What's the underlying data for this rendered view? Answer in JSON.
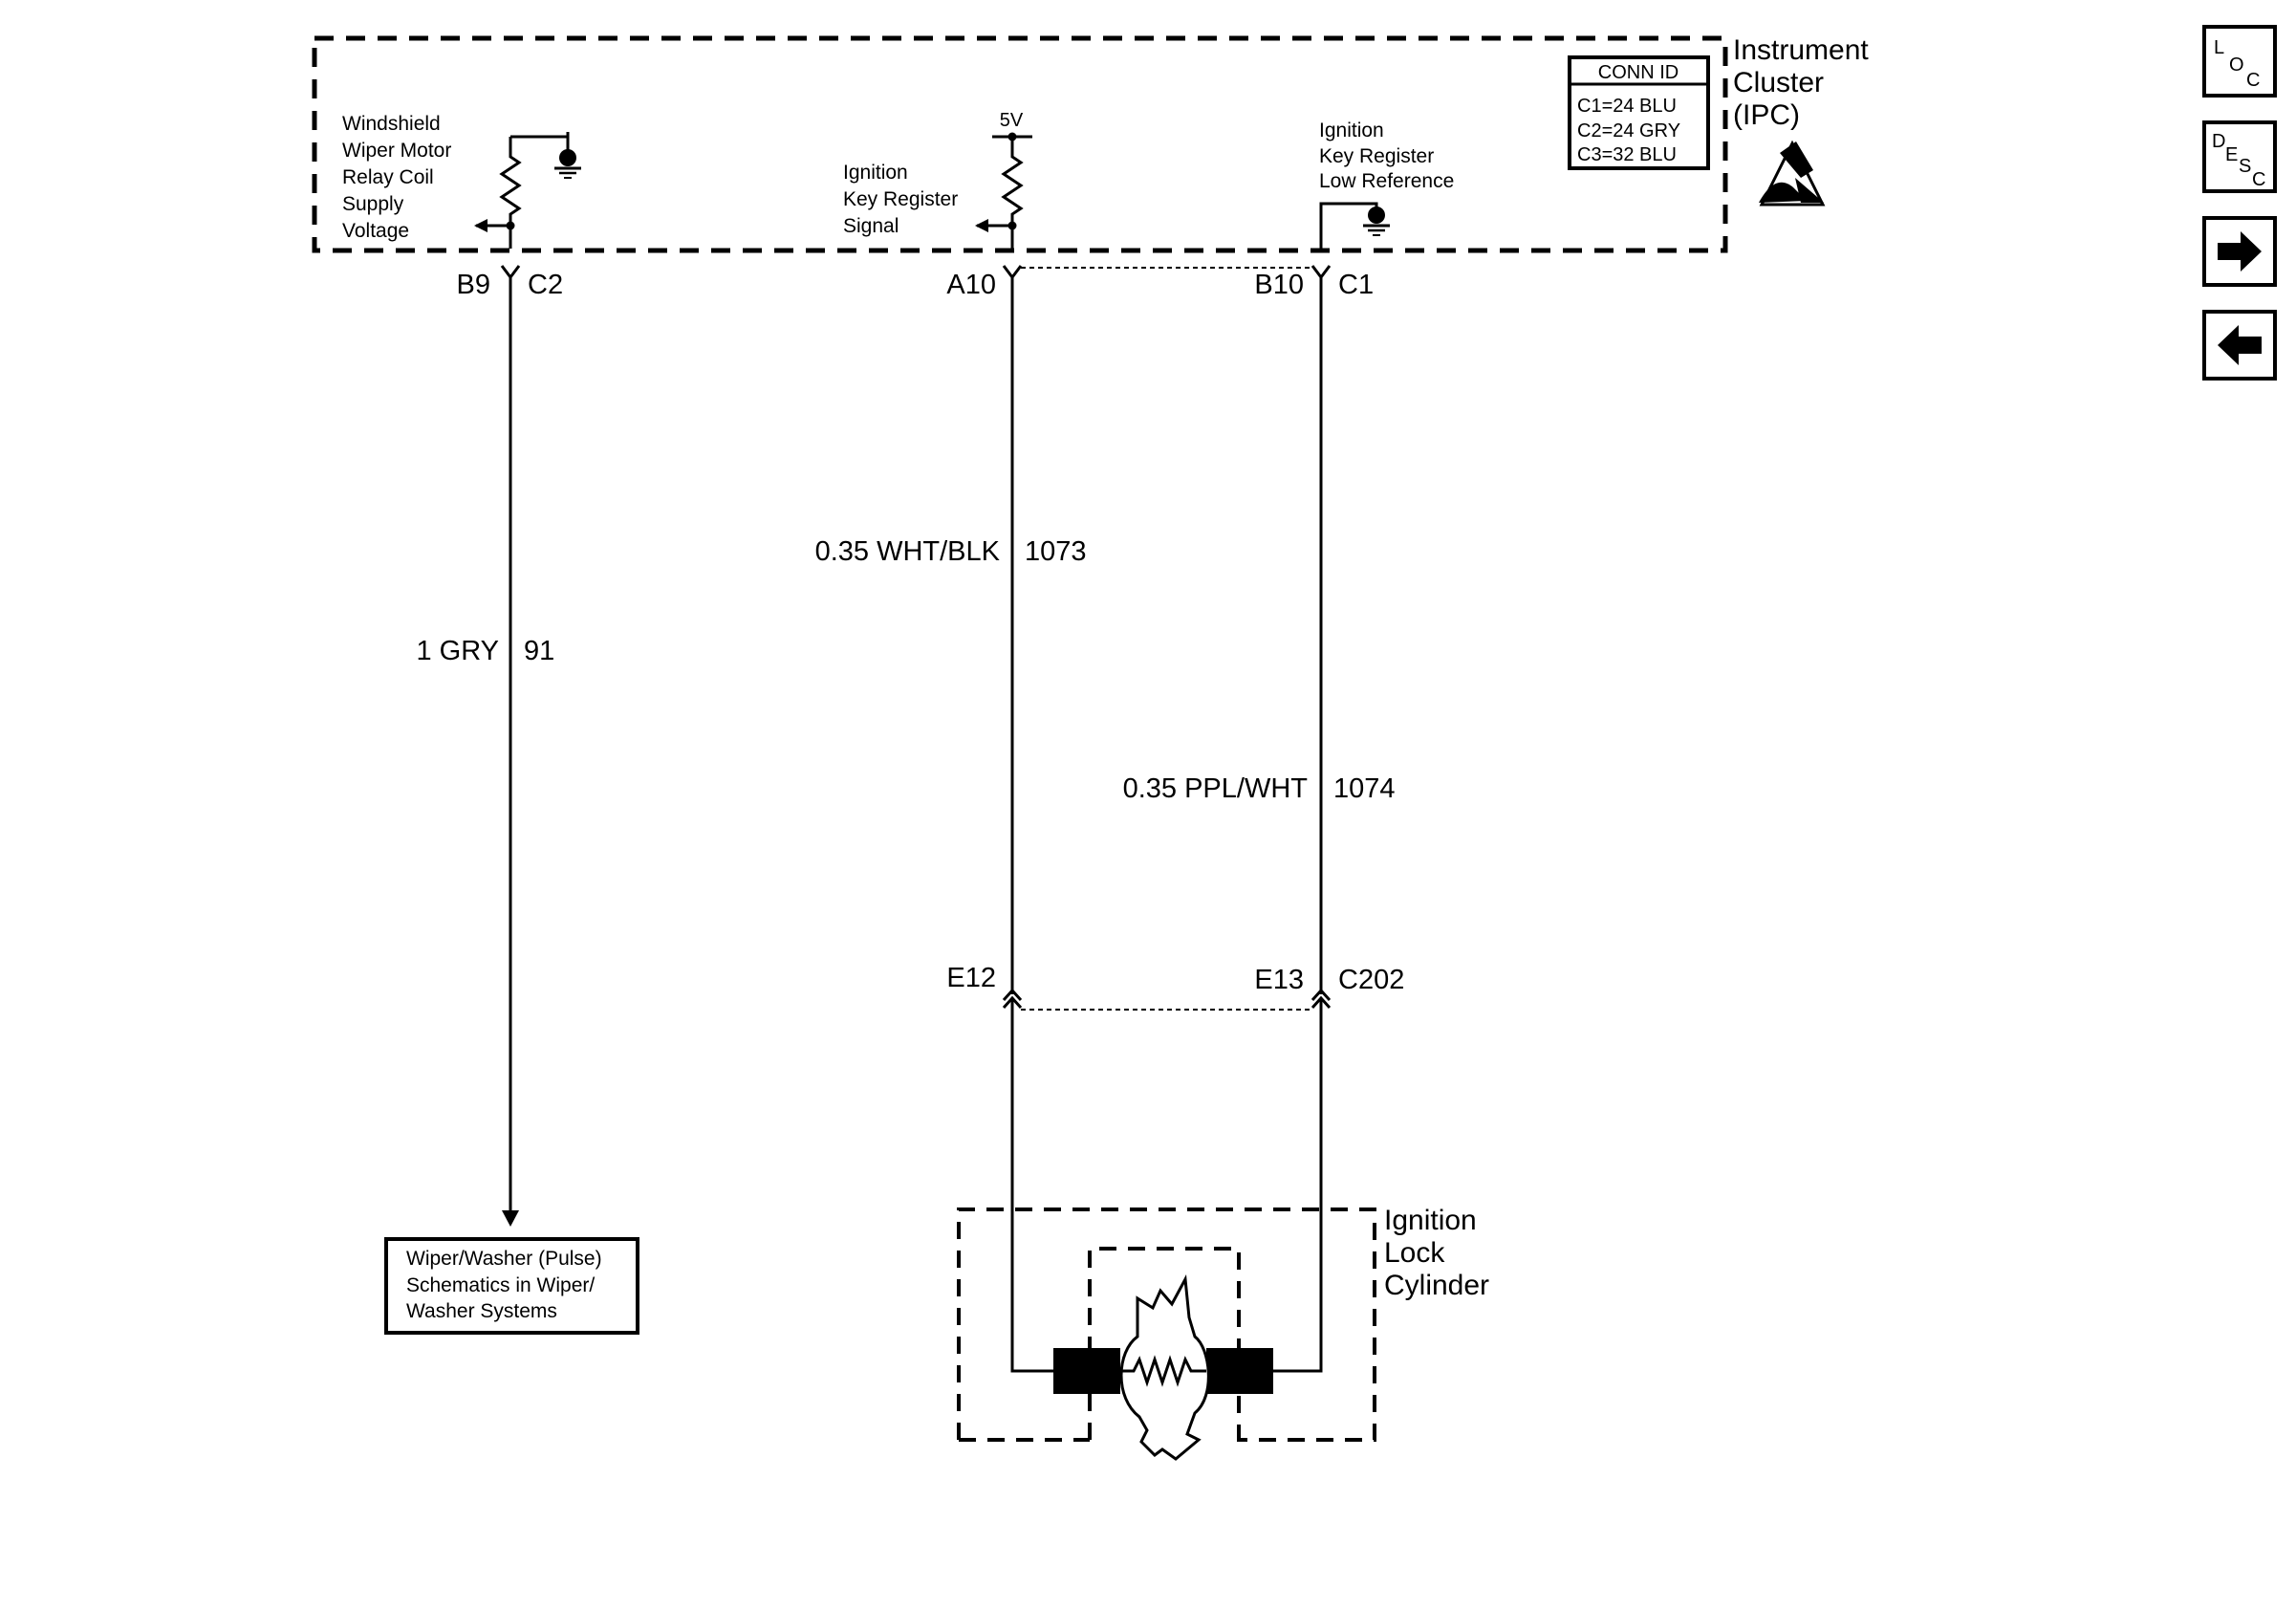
{
  "ipc": {
    "title_lines": [
      "Instrument",
      "Cluster",
      "(IPC)"
    ],
    "conn_id": {
      "header": "CONN ID",
      "rows": [
        "C1=24 BLU",
        "C2=24 GRY",
        "C3=32 BLU"
      ]
    },
    "circuits": {
      "wiper_lines": [
        "Windshield",
        "Wiper Motor",
        "Relay Coil",
        "Supply",
        "Voltage"
      ],
      "ign_signal_lines": [
        "Ignition",
        "Key Register",
        "Signal"
      ],
      "ign_lowref_lines": [
        "Ignition",
        "Key Register",
        "Low Reference"
      ],
      "supply_5v": "5V"
    }
  },
  "pins": {
    "b9": "B9",
    "c2": "C2",
    "a10": "A10",
    "b10": "B10",
    "c1": "C1",
    "e12": "E12",
    "e13": "E13",
    "c202": "C202"
  },
  "wires": {
    "w91": {
      "color": "1 GRY",
      "circuit": "91"
    },
    "w1073": {
      "color": "0.35 WHT/BLK",
      "circuit": "1073"
    },
    "w1074": {
      "color": "0.35 PPL/WHT",
      "circuit": "1074"
    }
  },
  "wiper_ref": {
    "lines": [
      "Wiper/Washer (Pulse)",
      "Schematics in Wiper/",
      "Washer Systems"
    ]
  },
  "ignition_lock": {
    "lines": [
      "Ignition",
      "Lock",
      "Cylinder"
    ]
  },
  "nav": {
    "loc": [
      "L",
      "O",
      "C"
    ],
    "desc": [
      "D",
      "E",
      "S",
      "C"
    ]
  },
  "icons": {
    "esd": "esd-warning-icon",
    "forward": "arrow-right-icon",
    "back": "arrow-left-icon"
  }
}
